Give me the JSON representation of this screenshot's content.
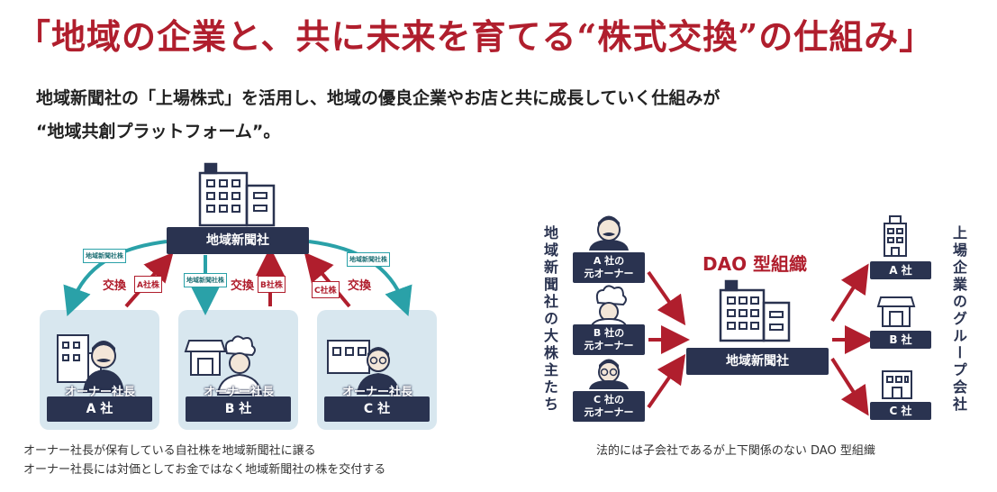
{
  "title": "「地域の企業と、共に未来を育てる“株式交換”の仕組み」",
  "lead": {
    "line1": "地域新聞社の「上場株式」を活用し、地域の優良企業やお店と共に成長していく仕組みが",
    "line2": "“地域共創プラットフォーム”。"
  },
  "left": {
    "hub_label": "地域新聞社",
    "exchange_label": "交換",
    "hub_cert_label": "地域新聞社株",
    "company_certs": [
      "A社株",
      "B社株",
      "C社株"
    ],
    "owner_label": "オーナー社長",
    "companies": [
      "A 社",
      "B 社",
      "C 社"
    ],
    "notes": [
      "オーナー社長が保有している自社株を地域新聞社に譲る",
      "オーナー社長には対価としてお金ではなく地域新聞社の株を交付する"
    ]
  },
  "right": {
    "shareholders_vertical": "地域新聞社の大株主たち",
    "former_owners": [
      {
        "line1": "A 社の",
        "line2": "元オーナー"
      },
      {
        "line1": "B 社の",
        "line2": "元オーナー"
      },
      {
        "line1": "C 社の",
        "line2": "元オーナー"
      }
    ],
    "dao_label": "DAO 型組織",
    "hub_label": "地域新聞社",
    "group_vertical": "上場企業のグループ会社",
    "group_companies": [
      "A 社",
      "B 社",
      "C 社"
    ],
    "note": "法的には子会社であるが上下関係のない DAO 型組織"
  },
  "colors": {
    "accent_red": "#b01e2d",
    "navy": "#2a3350",
    "panel": "#d8e7ef",
    "teal": "#2aa1a8"
  }
}
